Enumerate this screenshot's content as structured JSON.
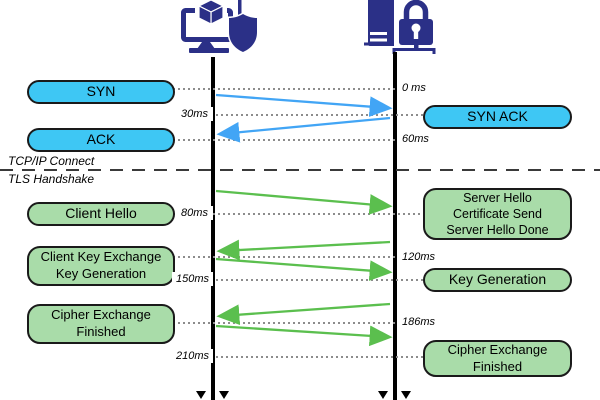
{
  "diagram_type": "tls-handshake-sequence",
  "actors": [
    {
      "name": "client",
      "icon": "client-computer-shield-icon"
    },
    {
      "name": "server",
      "icon": "server-padlock-icon"
    }
  ],
  "sections": {
    "tcp_label": "TCP/IP Connect",
    "tls_label": "TLS Handshake"
  },
  "messages": {
    "left": [
      {
        "text": "SYN",
        "phase": "tcp"
      },
      {
        "text": "ACK",
        "phase": "tcp"
      },
      {
        "text": "Client Hello",
        "phase": "tls"
      },
      {
        "text": "Client Key Exchange\nKey Generation",
        "phase": "tls"
      },
      {
        "text": "Cipher Exchange\nFinished",
        "phase": "tls"
      }
    ],
    "right": [
      {
        "text": "SYN ACK",
        "phase": "tcp"
      },
      {
        "text": "Server Hello\nCertificate Send\nServer Hello Done",
        "phase": "tls"
      },
      {
        "text": "Key Generation",
        "phase": "tls"
      },
      {
        "text": "Cipher Exchange\nFinished",
        "phase": "tls"
      }
    ]
  },
  "timeline": {
    "labels": [
      {
        "text": "0 ms",
        "side": "right"
      },
      {
        "text": "30ms",
        "side": "left"
      },
      {
        "text": "60ms",
        "side": "right"
      },
      {
        "text": "80ms",
        "side": "left"
      },
      {
        "text": "120ms",
        "side": "right"
      },
      {
        "text": "150ms",
        "side": "left"
      },
      {
        "text": "186ms",
        "side": "right"
      },
      {
        "text": "210ms",
        "side": "left"
      }
    ]
  },
  "arrows": [
    {
      "name": "syn-arrow",
      "from": "client",
      "to": "server",
      "color": "blue"
    },
    {
      "name": "syn-ack-arrow",
      "from": "server",
      "to": "client",
      "color": "blue"
    },
    {
      "name": "client-hello-arrow",
      "from": "client",
      "to": "server",
      "color": "green"
    },
    {
      "name": "server-hello-arrow",
      "from": "server",
      "to": "client",
      "color": "green"
    },
    {
      "name": "client-key-exchange-arrow",
      "from": "client",
      "to": "server",
      "color": "green"
    },
    {
      "name": "server-cipher-exchange-arrow",
      "from": "server",
      "to": "client",
      "color": "green"
    },
    {
      "name": "client-cipher-exchange-arrow",
      "from": "client",
      "to": "server",
      "color": "green"
    }
  ],
  "colors": {
    "tcp_box_fill": "#3EC7F4",
    "tls_box_fill": "#A9DCA9",
    "box_border": "#1A1A1A",
    "tcp_arrow": "#42A5F5",
    "tls_arrow": "#5BBF4E",
    "icon_navy": "#2B3087",
    "connector_gray": "#8C8C8C",
    "separator": "#3A3A3A"
  }
}
